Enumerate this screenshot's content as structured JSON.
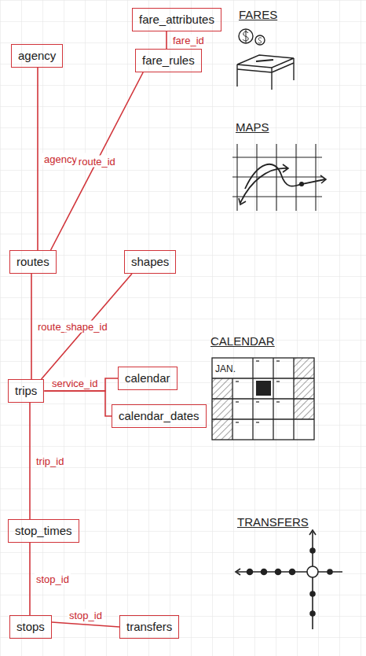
{
  "diagram": {
    "nodes": [
      {
        "text": [
          "fare_attributes"
        ]
      },
      {
        "text": [
          "agency"
        ]
      },
      {
        "text": [
          "fare_rules"
        ]
      },
      {
        "text": [
          "routes"
        ]
      },
      {
        "text": [
          "shapes"
        ]
      },
      {
        "text": [
          "calendar"
        ]
      },
      {
        "text": [
          "trips"
        ]
      },
      {
        "text": [
          "calendar_dates"
        ]
      },
      {
        "text": [
          "stop_times"
        ]
      },
      {
        "text": [
          "stops"
        ]
      },
      {
        "text": [
          "transfers"
        ]
      }
    ],
    "edges": [
      {
        "from": 0,
        "to": 2,
        "label": "fare_id",
        "arrow": "none"
      },
      {
        "from": 1,
        "to": 3,
        "label": "agency_id",
        "arrow": "none"
      },
      {
        "from": 2,
        "to": 3,
        "label": "route_id",
        "arrow": "none"
      },
      {
        "from": 3,
        "to": 6,
        "label": "route_id",
        "arrow": "none"
      },
      {
        "from": 4,
        "to": 6,
        "label": "shape_id",
        "arrow": "none"
      },
      {
        "from": 6,
        "to": 5,
        "label": "service_id",
        "arrow": "none"
      },
      {
        "from": 6,
        "to": 7,
        "arrow": "none"
      },
      {
        "from": 6,
        "to": 8,
        "label": "trip_id",
        "arrow": "none"
      },
      {
        "from": 8,
        "to": 9,
        "label": "stop_id",
        "arrow": "none"
      },
      {
        "from": 9,
        "to": 10,
        "label": "stop_id",
        "arrow": "none"
      }
    ],
    "labels": [
      "FARES",
      "MAPS",
      "CALENDAR",
      "JAN.",
      "TRANSFERS"
    ]
  }
}
